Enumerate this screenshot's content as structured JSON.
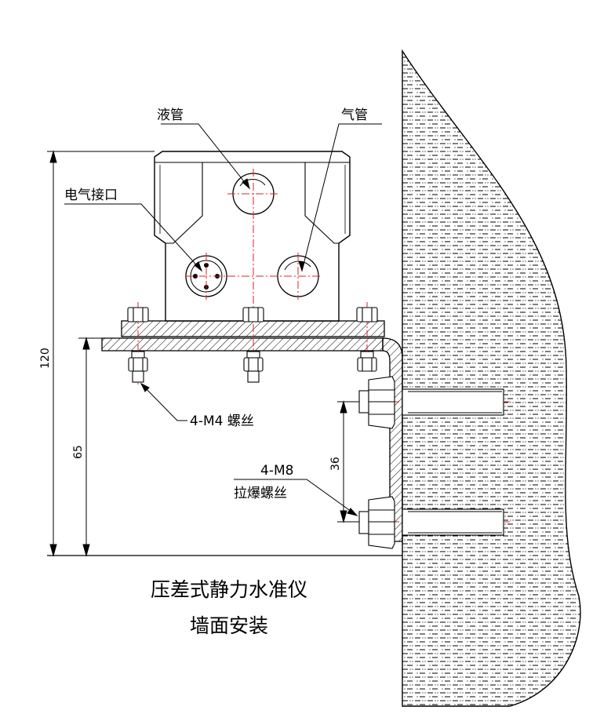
{
  "labels": {
    "liquid_pipe": "液管",
    "gas_pipe": "气管",
    "electrical_port": "电气接口",
    "screw": "4-M4 螺丝",
    "anchor_size": "4-M8",
    "anchor_name": "拉爆螺丝"
  },
  "dimensions": {
    "total_height": "120",
    "base_height": "65",
    "anchor_spacing": "36"
  },
  "title": {
    "line1": "压差式静力水准仪",
    "line2": "墙面安装"
  },
  "colors": {
    "line": "#000000",
    "centerline": "#e02020",
    "wall_fill": "#ffffff"
  }
}
